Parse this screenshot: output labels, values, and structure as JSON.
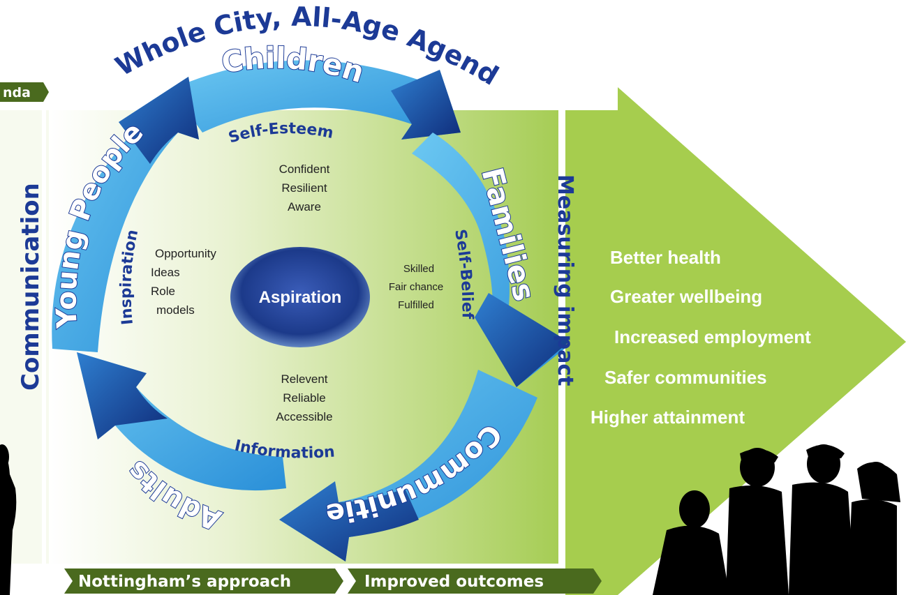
{
  "arc_title": "Whole City, All-Age Agenda",
  "left_tag": "nda",
  "left_side_label": "Communication",
  "right_side_label": "Measuring impact",
  "cycle": {
    "children": "Children",
    "families": "Families",
    "communities": "Communities",
    "adults": "Adults",
    "young_people": "Young People"
  },
  "inner": {
    "top_heading": "Self-Esteem",
    "top_items": [
      "Confident",
      "Resilient",
      "Aware"
    ],
    "left_heading": "Inspiration",
    "left_items": [
      "Opportunity",
      "Ideas",
      "Role",
      "models"
    ],
    "right_heading": "Self-Belief",
    "right_items": [
      "Skilled",
      "Fair chance",
      "Fulfilled"
    ],
    "bottom_heading": "Information",
    "bottom_items": [
      "Relevent",
      "Reliable",
      "Accessible"
    ],
    "center": "Aspiration"
  },
  "outcomes": [
    "Better health",
    "Greater wellbeing",
    "Increased employment",
    "Safer communities",
    "Higher attainment"
  ],
  "bottom_labels": {
    "approach": "Nottingham’s approach",
    "outcomes": "Improved outcomes"
  },
  "colors": {
    "dark_green": "#4a6a1e",
    "light_green": "#a3cc4a",
    "arrow_blue": "#3a9ee0",
    "dark_blue": "#1a3a9a",
    "ellipse_blue": "#1e3c8c"
  }
}
